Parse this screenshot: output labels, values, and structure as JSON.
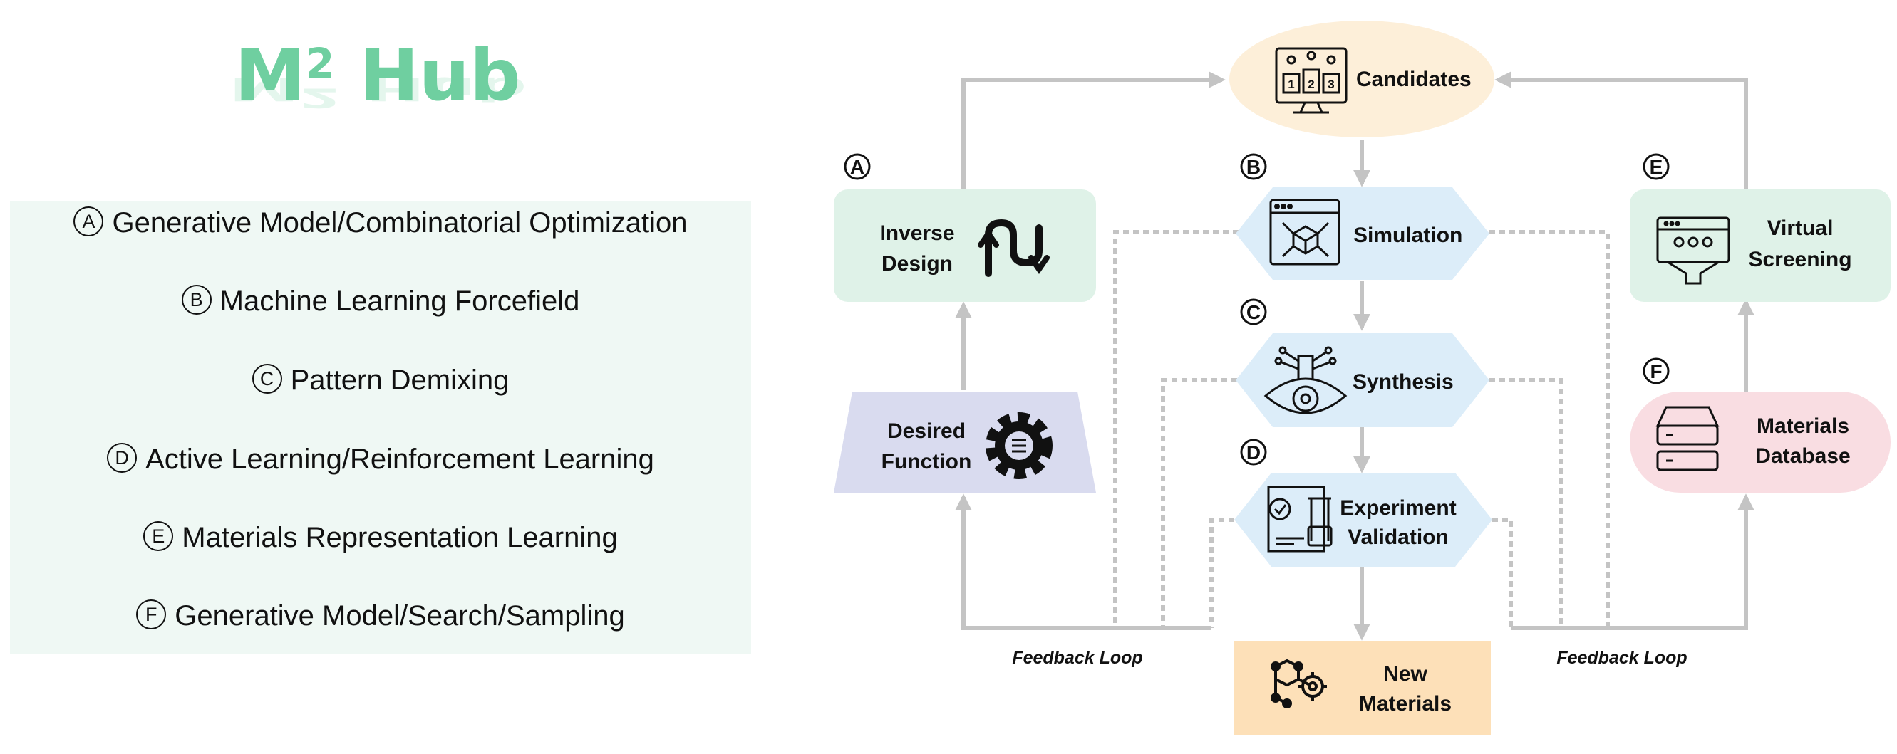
{
  "hub": {
    "title_main": "M",
    "title_sup": "2",
    "title_rest": " Hub"
  },
  "methods": [
    {
      "badge": "A",
      "label": "Generative Model/Combinatorial Optimization"
    },
    {
      "badge": "B",
      "label": "Machine Learning Forcefield"
    },
    {
      "badge": "C",
      "label": "Pattern Demixing"
    },
    {
      "badge": "D",
      "label": "Active Learning/Reinforcement Learning"
    },
    {
      "badge": "E",
      "label": "Materials Representation Learning"
    },
    {
      "badge": "F",
      "label": "Generative Model/Search/Sampling"
    }
  ],
  "diagram": {
    "candidates": "Candidates",
    "simulation": "Simulation",
    "synthesis": "Synthesis",
    "experiment_line1": "Experiment",
    "experiment_line2": "Validation",
    "new_materials_line1": "New",
    "new_materials_line2": "Materials",
    "inverse_design_line1": "Inverse",
    "inverse_design_line2": "Design",
    "desired_function_line1": "Desired",
    "desired_function_line2": "Function",
    "virtual_screening_line1": "Virtual",
    "virtual_screening_line2": "Screening",
    "materials_database_line1": "Materials",
    "materials_database_line2": "Database",
    "feedback_left": "Feedback Loop",
    "feedback_right": "Feedback Loop",
    "badges": {
      "a": "A",
      "b": "B",
      "c": "C",
      "d": "D",
      "e": "E",
      "f": "F"
    },
    "candidate_ranks": [
      "1",
      "2",
      "3"
    ]
  },
  "colors": {
    "title_green": "#6fcfa0",
    "panel_bg": "#eff8f4",
    "candidates_fill": "#fdefd9",
    "process_fill": "#dcedf9",
    "new_materials_fill": "#fde0b8",
    "inverse_design_fill": "#dff2e8",
    "desired_function_fill": "#d9dbef",
    "virtual_screening_fill": "#dff2e8",
    "materials_database_fill": "#f9dde2",
    "arrow_gray": "#c4c4c4"
  }
}
